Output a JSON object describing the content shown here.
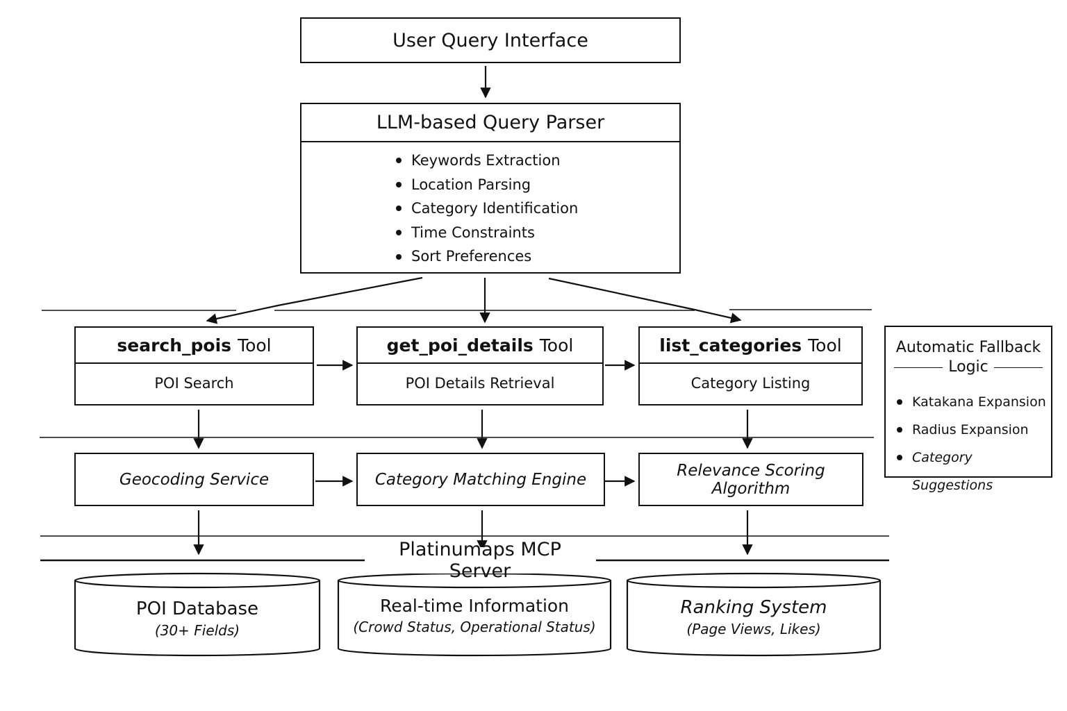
{
  "user_query": {
    "title": "User Query Interface"
  },
  "parser": {
    "title": "LLM-based Query Parser",
    "items": [
      "Keywords Extraction",
      "Location Parsing",
      "Category Identification",
      "Time Constraints",
      "Sort Preferences"
    ]
  },
  "tools": [
    {
      "name": "search_pois",
      "suffix": "Tool",
      "desc": "POI Search"
    },
    {
      "name": "get_poi_details",
      "suffix": "Tool",
      "desc": "POI Details Retrieval"
    },
    {
      "name": "list_categories",
      "suffix": "Tool",
      "desc": "Category Listing"
    }
  ],
  "services": [
    "Geocoding Service",
    "Category Matching Engine",
    "Relevance Scoring Algorithm"
  ],
  "fallback": {
    "title_line1": "Automatic Fallback",
    "title_line2": "Logic",
    "items": [
      "Katakana Expansion",
      "Radius Expansion",
      "Category Suggestions"
    ]
  },
  "server": {
    "label": "Platinumaps MCP Server"
  },
  "data_stores": [
    {
      "title": "POI Database",
      "subtitle": "(30+ Fields)"
    },
    {
      "title": "Real-time Information",
      "subtitle": "(Crowd Status, Operational Status)"
    },
    {
      "title": "Ranking System",
      "subtitle": "(Page Views, Likes)"
    }
  ],
  "colors": {
    "ink": "#111111",
    "background": "#ffffff"
  }
}
